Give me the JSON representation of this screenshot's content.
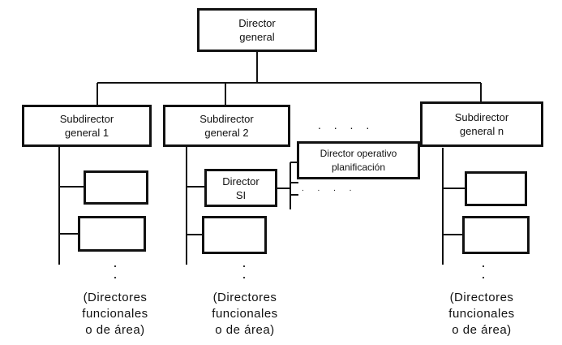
{
  "diagram": {
    "top": {
      "label": "Director\ngeneral"
    },
    "sub1": {
      "label": "Subdirector\ngeneral 1"
    },
    "sub2": {
      "label": "Subdirector\ngeneral 2"
    },
    "subn": {
      "label": "Subdirector\ngeneral n"
    },
    "director_si": {
      "label": "Director\nSI"
    },
    "director_operativo": {
      "label": "Director operativo\nplanificación"
    },
    "ellipsis": ". . . .",
    "ellipsis_small": ". . . .",
    "note_1": "(Directores\nfuncionales\no de área)",
    "note_2": "(Directores\nfuncionales\no de área)",
    "note_n": "(Directores\nfuncionales\no de área)"
  }
}
